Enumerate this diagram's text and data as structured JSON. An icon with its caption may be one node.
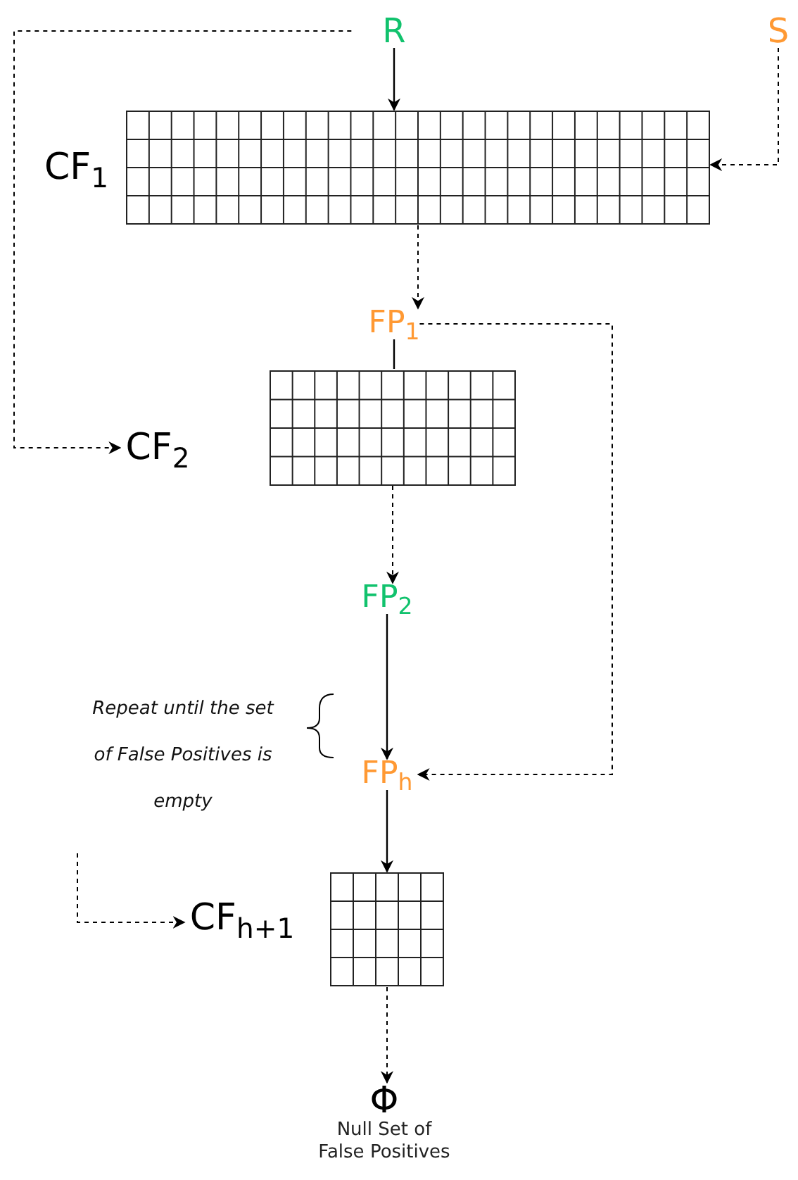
{
  "diagram": {
    "nodes": [
      {
        "text": [
          "R"
        ]
      },
      {
        "text": [
          "S"
        ]
      },
      {
        "text": [],
        "shape": "grid",
        "beside": [
          "CF$_{1}$"
        ]
      },
      {
        "text": [
          "FP$_{1}$"
        ]
      },
      {
        "text": [],
        "shape": "grid"
      },
      {
        "text": [
          "CF$_{2}$"
        ]
      },
      {
        "text": [
          "FP$_{2}$"
        ]
      },
      {
        "text": [
          "FP$_{h}$"
        ]
      },
      {
        "text": [
          "CF$_{h+1}$"
        ]
      },
      {
        "text": [],
        "shape": "grid"
      },
      {
        "text": [
          "Φ",
          "Null Set of False Positives"
        ]
      }
    ],
    "edges": [
      {
        "from": 0,
        "to": 2,
        "arrow": "to"
      },
      {
        "from": 1,
        "to": 2,
        "arrow": "to",
        "style": "dashed"
      },
      {
        "from": 2,
        "to": 3,
        "arrow": "to",
        "style": "dashed"
      },
      {
        "from": 3,
        "to": 4,
        "arrow": "none"
      },
      {
        "from": 0,
        "to": 5,
        "arrow": "to",
        "style": "dashed"
      },
      {
        "from": 4,
        "to": 6,
        "arrow": "to",
        "style": "dashed"
      },
      {
        "from": 3,
        "to": 7,
        "arrow": "to",
        "style": "dashed"
      },
      {
        "from": 6,
        "to": 7,
        "arrow": "to"
      },
      {
        "from": null,
        "to": 8,
        "arrow": "to",
        "style": "dashed"
      },
      {
        "from": 7,
        "to": 9,
        "arrow": "to"
      },
      {
        "from": 9,
        "to": 10,
        "arrow": "to",
        "style": "dashed"
      }
    ],
    "labels": [
      "Repeat until the set of False Positives is empty"
    ]
  }
}
